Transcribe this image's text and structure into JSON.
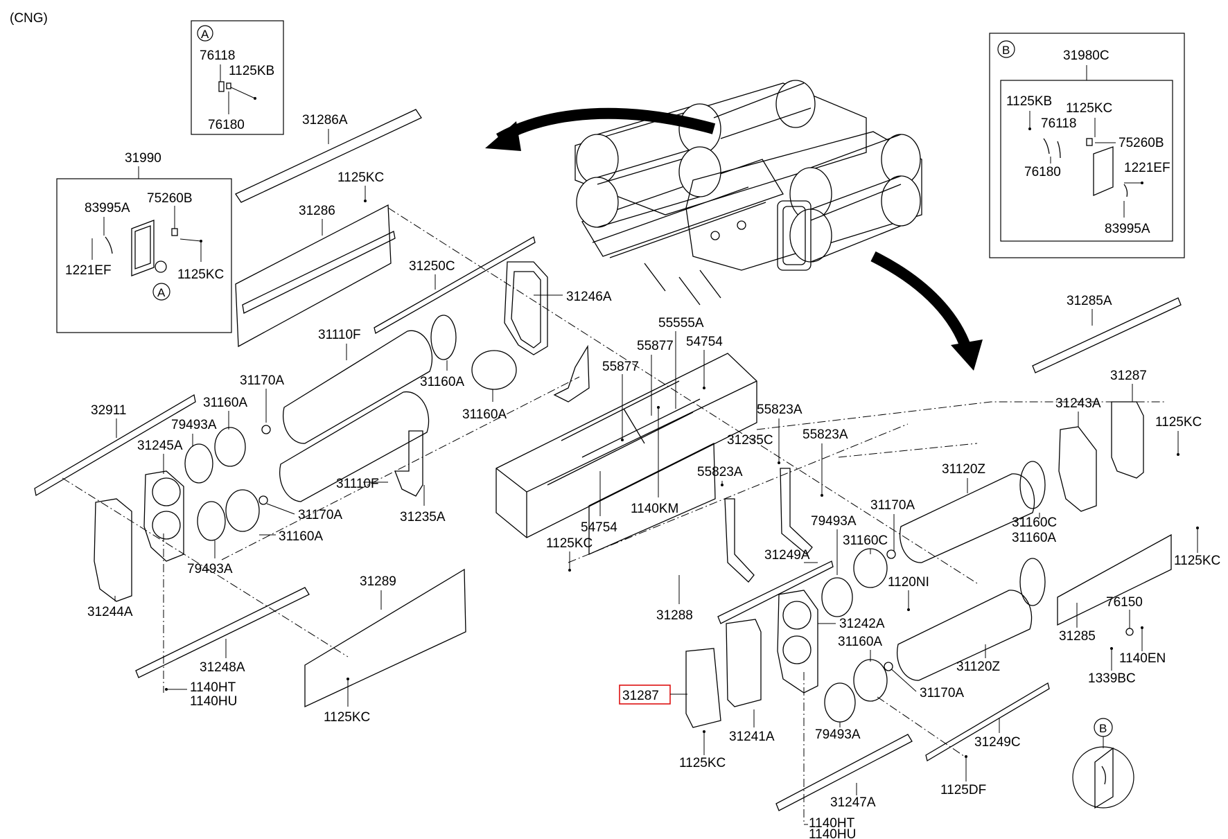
{
  "header": {
    "variant": "(CNG)"
  },
  "callouts": {
    "a": "A",
    "b": "B"
  },
  "inset_a": {
    "labels": [
      "76118",
      "1125KB",
      "76180"
    ]
  },
  "inset_31990": {
    "title": "31990",
    "labels": [
      "83995A",
      "75260B",
      "1221EF",
      "1125KC"
    ]
  },
  "inset_b": {
    "title": "31980C",
    "labels": [
      "1125KB",
      "1125KC",
      "76118",
      "75260B",
      "76180",
      "1221EF",
      "83995A"
    ]
  },
  "highlight": {
    "label": "31287",
    "color": "#dd1111"
  },
  "labels": [
    "31286A",
    "1125KC",
    "31286",
    "31250C",
    "31246A",
    "31110F",
    "31160A",
    "31160A",
    "31170A",
    "31160A",
    "32911",
    "79493A",
    "31245A",
    "31110F",
    "31235A",
    "31170A",
    "31160A",
    "79493A",
    "31244A",
    "31289",
    "31248A",
    "1140HT",
    "1140HU",
    "1125KC",
    "55555A",
    "55877",
    "54754",
    "55877",
    "1140KM",
    "54754",
    "1125KC",
    "31288",
    "55823A",
    "31235C",
    "55823A",
    "55823A",
    "79493A",
    "31249A",
    "31170A",
    "31160C",
    "1120NI",
    "31242A",
    "31160A",
    "31170A",
    "79493A",
    "31241A",
    "1125KC",
    "1140HT",
    "1140HU",
    "31247A",
    "31249C",
    "1125DF",
    "31285A",
    "31287",
    "31243A",
    "1125KC",
    "31120Z",
    "31160C",
    "31160A",
    "1125KC",
    "31285",
    "76150",
    "1140EN",
    "1339BC",
    "31120Z"
  ]
}
